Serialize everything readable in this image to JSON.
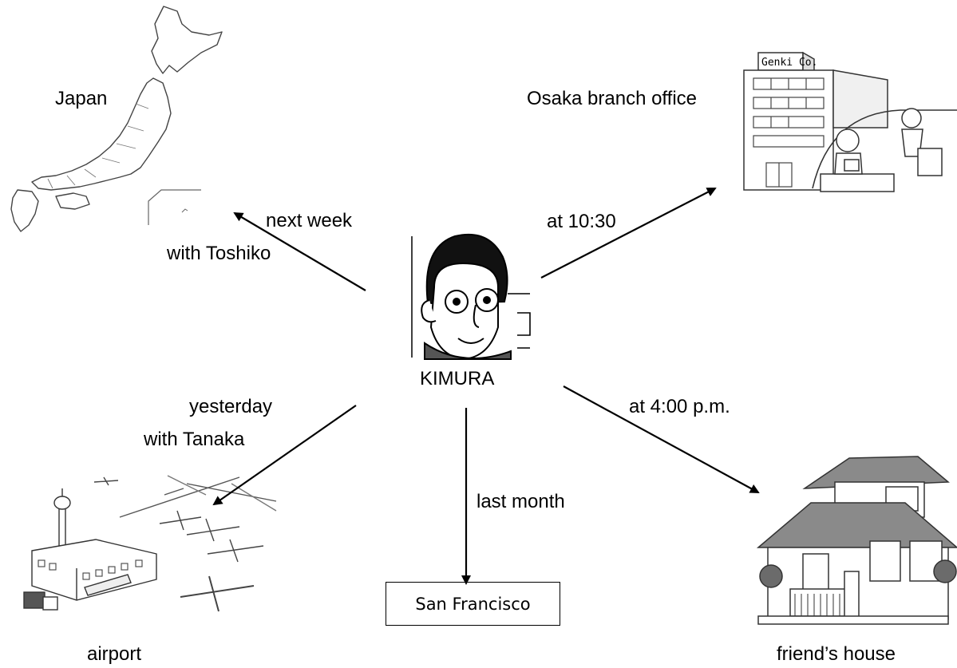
{
  "center": {
    "label": "KIMURA"
  },
  "destinations": {
    "japan": {
      "label": "Japan",
      "time": "next week",
      "companion": "with Toshiko"
    },
    "osaka": {
      "label": "Osaka branch office",
      "time": "at 10:30",
      "sign": "Genki Co."
    },
    "airport": {
      "label": "airport",
      "time": "yesterday",
      "companion": "with Tanaka"
    },
    "san_francisco": {
      "label": "San Francisco",
      "time": "last month"
    },
    "friend_house": {
      "label": "friend’s house",
      "time": "at 4:00 p.m."
    }
  },
  "colors": {
    "ink": "#000000",
    "roof": "#8a8a8a",
    "bush": "#6b6b6b",
    "paper": "#ffffff"
  }
}
